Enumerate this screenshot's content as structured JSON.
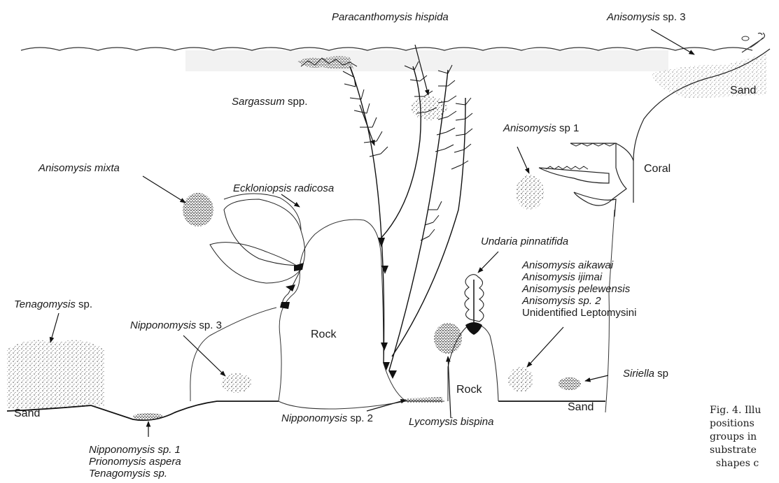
{
  "labels": {
    "paracanthomysis": "Paracanthomysis hispida",
    "anisomysis_sp3": "Anisomysis",
    "sp3_suffix": " sp. 3",
    "sand_top": "Sand",
    "sargassum": "Sargassum",
    "sargassum_suffix": " spp.",
    "anisomysis_sp1": "Anisomysis",
    "sp1_suffix": " sp 1",
    "coral": "Coral",
    "anisomysis_mixta": "Anisomysis mixta",
    "ecklonia": "Eckloniopsis radicosa",
    "undaria": "Undaria pinnatifida",
    "group_list": [
      "Anisomysis aikawai",
      "Anisomysis ijimai",
      "Anisomysis pelewensis",
      "Anisomysis sp. 2"
    ],
    "group_unidentified": "Unidentified Leptomysini",
    "tenagomysis": "Tenagomysis",
    "tenagomysis_suffix": " sp.",
    "nippon3": "Nipponomysis",
    "nippon3_suffix": " sp. 3",
    "rock_center": "Rock",
    "rock_small": "Rock",
    "siriella": "Siriella",
    "siriella_suffix": " sp",
    "sand_left": "Sand",
    "sand_right": "Sand",
    "nippon2": "Nipponomysis",
    "nippon2_suffix": " sp. 2",
    "lycomysis": "Lycomysis bispina",
    "bottom_list": [
      "Nipponomysis sp. 1",
      "Prionomysis aspera",
      "Tenagomysis sp."
    ]
  },
  "caption_lines": [
    "Fig. 4. Illu",
    "positions",
    "groups in",
    "substrate",
    "  shapes c"
  ]
}
